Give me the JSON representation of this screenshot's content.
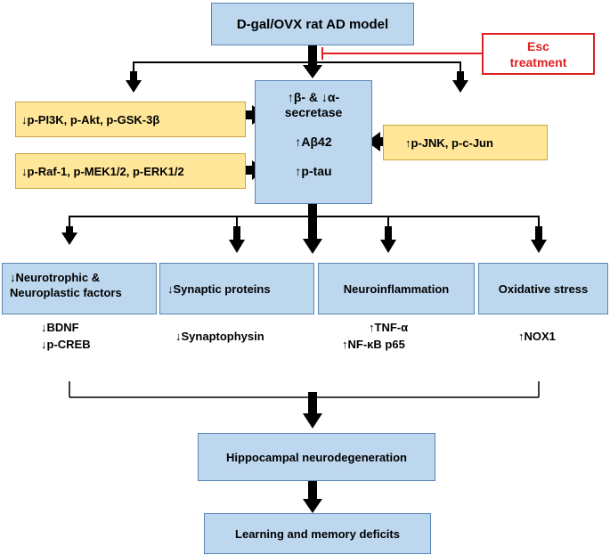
{
  "model": "D-gal/OVX rat AD model",
  "treatment": [
    "Esc",
    "treatment"
  ],
  "left_signals": [
    "↓p-PI3K, p-Akt, p-GSK-3β",
    "↓p-Raf-1, p-MEK1/2, p-ERK1/2"
  ],
  "right_signal": "↑p-JNK, p-c-Jun",
  "center": [
    "↑β- & ↓α-",
    "secretase",
    "↑Aβ42",
    "↑p-tau"
  ],
  "categories": [
    {
      "title": [
        "↓Neurotrophic &",
        "Neuroplastic factors"
      ],
      "markers": [
        "↓BDNF",
        "↓p-CREB"
      ]
    },
    {
      "title": [
        "↓Synaptic proteins"
      ],
      "markers": [
        "↓Synaptophysin"
      ]
    },
    {
      "title": [
        "Neuroinflammation"
      ],
      "markers": [
        "↑TNF-α",
        "↑NF-κB p65"
      ]
    },
    {
      "title": [
        "Oxidative stress"
      ],
      "markers": [
        "↑NOX1"
      ]
    }
  ],
  "outcome": "Hippocampal neurodegeneration",
  "final": "Learning and memory deficits",
  "colors": {
    "box_fill": "#bdd7ee",
    "box_border": "#5b86b5",
    "signal_fill": "#ffe699",
    "treatment": "#e02020"
  }
}
